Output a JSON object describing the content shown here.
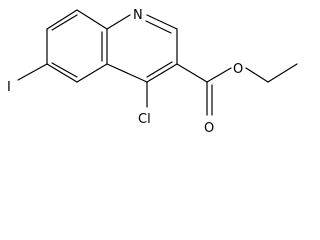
{
  "molecule": {
    "atoms": {
      "nitrogen": "N",
      "iodine": "I",
      "chlorine": "Cl",
      "oxygen_ester": "O",
      "oxygen_carbonyl": "O"
    }
  }
}
